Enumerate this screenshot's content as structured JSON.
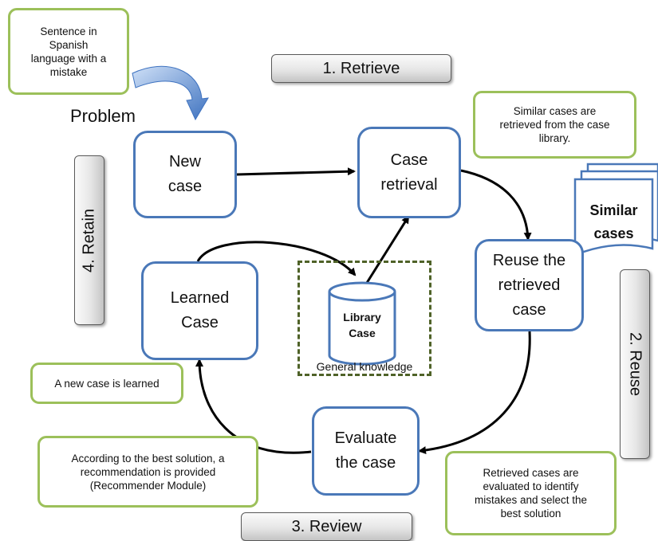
{
  "stages": {
    "retrieve": "1. Retrieve",
    "reuse": "2. Reuse",
    "review": "3. Review",
    "retain": "4. Retain"
  },
  "problem_label": "Problem",
  "nodes": {
    "new_case": "New\ncase",
    "case_retrieval": "Case\nretrieval",
    "reuse_case": "Reuse the\nretrieved\ncase",
    "evaluate_case": "Evaluate\nthe case",
    "learned_case": "Learned\nCase"
  },
  "library": {
    "label": "Library\nCase",
    "container_label": "General knowledge"
  },
  "similar_cases": "Similar\ncases",
  "notes": {
    "sentence": "Sentence in\nSpanish\nlanguage with a\nmistake",
    "similar_retrieved": "Similar cases are\nretrieved from the case\nlibrary.",
    "new_learned": "A new case is learned",
    "recommendation": "According to the best solution, a\nrecommendation is provided\n(Recommender Module)",
    "evaluated": "Retrieved cases are\nevaluated to identify\nmistakes and select the\nbest solution"
  },
  "colors": {
    "process_border": "#4a78b8",
    "note_border": "#9cc05a",
    "library_border": "#4f6228",
    "curved_arrow": "#5b8fd6"
  }
}
